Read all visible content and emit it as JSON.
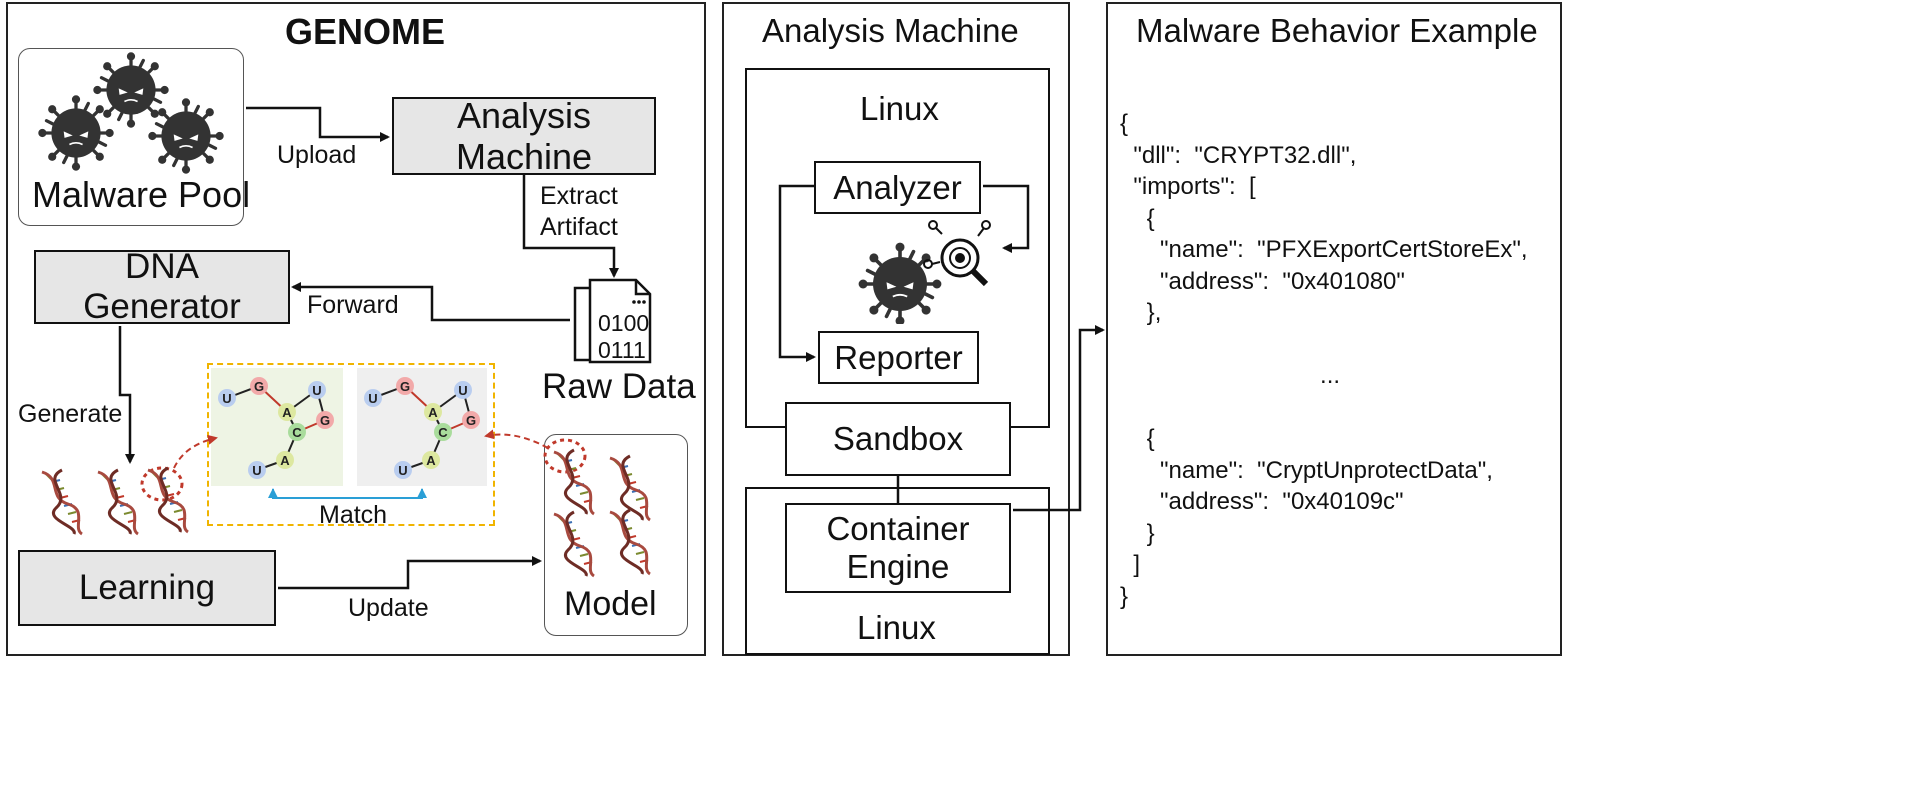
{
  "genome": {
    "title": "GENOME",
    "malware_pool": "Malware Pool",
    "analysis_machine": [
      "Analysis",
      "Machine"
    ],
    "upload": "Upload",
    "extract_artifact": [
      "Extract",
      "Artifact"
    ],
    "raw_data": "Raw Data",
    "raw_bits": [
      "0100",
      "0111"
    ],
    "dna_generator": [
      "DNA",
      "Generator"
    ],
    "forward": "Forward",
    "generate": "Generate",
    "match": "Match",
    "learning": "Learning",
    "update": "Update",
    "model": "Model",
    "graph_nodes": [
      "U",
      "G",
      "A",
      "U",
      "G",
      "C",
      "U",
      "A"
    ]
  },
  "analysis_panel": {
    "title": "Analysis Machine",
    "linux_top": "Linux",
    "analyzer": "Analyzer",
    "reporter": "Reporter",
    "sandbox": "Sandbox",
    "container_engine": [
      "Container",
      "Engine"
    ],
    "linux_bottom": "Linux"
  },
  "behavior_panel": {
    "title": "Malware Behavior Example",
    "code_lines": [
      "{",
      "  \"dll\":  \"CRYPT32.dll\",",
      "  \"imports\":  [",
      "    {",
      "      \"name\":  \"PFXExportCertStoreEx\",",
      "      \"address\":  \"0x401080\"",
      "    },",
      "",
      "                              ...",
      "",
      "    {",
      "      \"name\":  \"CryptUnprotectData\",",
      "      \"address\":  \"0x40109c\"",
      "    }",
      "  ]",
      "}"
    ]
  },
  "colors": {
    "box_fill": "#e6e6e6",
    "virus": "#333333",
    "dashed_highlight": "#f0b400",
    "match_arrow": "#2a9fd6",
    "red_dashed": "#c0392b",
    "node_u": "#b9cdef",
    "node_g": "#f2a9a9",
    "node_a": "#dde8a0",
    "node_c": "#a9dc9c"
  }
}
